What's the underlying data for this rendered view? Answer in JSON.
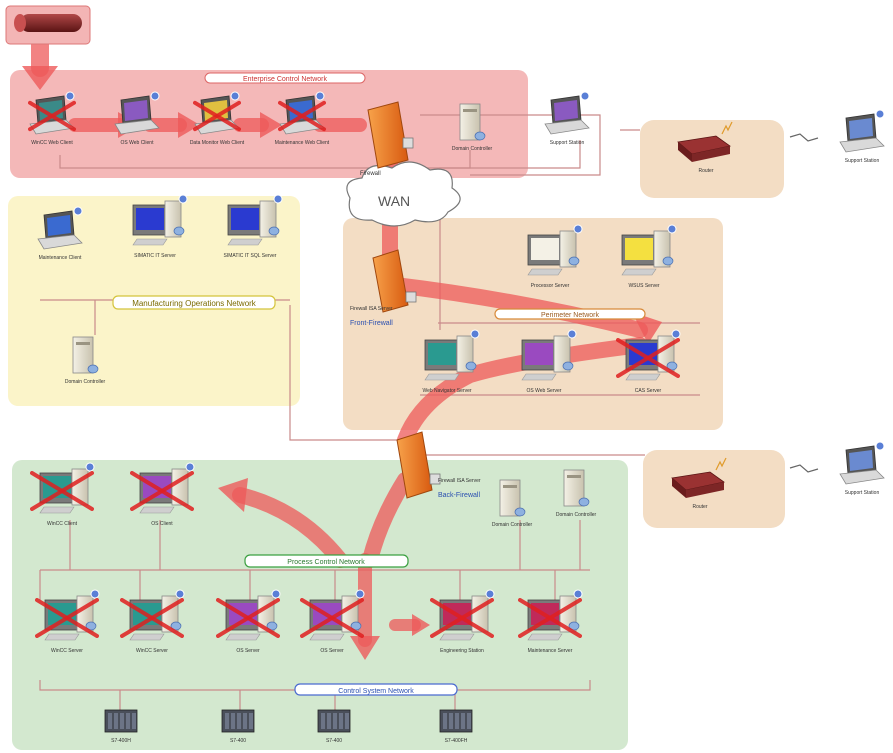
{
  "zones": {
    "enterprise": {
      "label": "Enterprise Control Network",
      "color": "#f4b8b8"
    },
    "manufacturing": {
      "label": "Manufacturing Operations Network",
      "color": "#fbf4c9"
    },
    "perimeter": {
      "label": "Perimeter Network",
      "color": "#f3ddc4"
    },
    "process": {
      "label": "Process Control Network",
      "color": "#d3e8cf"
    },
    "control": {
      "label": "Control System Network"
    }
  },
  "wan_label": "WAN",
  "firewalls": {
    "enterprise": {
      "label": "Firewall"
    },
    "front": {
      "label": "Firewall\nISA Server",
      "sublabel": "Front-Firewall"
    },
    "back": {
      "label": "Firewall\nISA Server",
      "sublabel": "Back-Firewall"
    }
  },
  "nodes": {
    "winccWebClient": "WinCC Web Client",
    "osWebClient": "OS Web Client",
    "dataMonitorWebClient": "Data Monitor Web Client",
    "maintenanceWebClient": "Maintenance Web Client",
    "enterpriseDomainController": "Domain Controller",
    "supportStation": "Support Station",
    "router": "Router",
    "remoteSupportStation": "Support Station",
    "maintenanceClient": "Maintenance Client",
    "simaticItServer": "SIMATIC IT Server",
    "simaticItSqlServer": "SIMATIC IT SQL Server",
    "mfgDomainController": "Domain Controller",
    "processServer": "Processor Server",
    "wsusServer": "WSUS Server",
    "webNavigatorServer": "Web Navigator Server",
    "osWebServer": "OS Web Server",
    "caServer": "CAS Server",
    "router2": "Router",
    "remoteSupportStation2": "Support Station",
    "winccClient": "WinCC Client",
    "osClient": "OS Client",
    "procDomainController1": "Domain Controller",
    "procDomainController2": "Domain Controller",
    "winccServer1": "WinCC Server",
    "winccServer2": "WinCC Server",
    "osServer1": "OS Server",
    "osServer2": "OS Server",
    "engineeringStation": "Engineering Station",
    "maintenanceServer": "Maintenance Server",
    "plc1": "S7-400H",
    "plc2": "S7-400",
    "plc3": "S7-400",
    "plc4": "S7-400FH"
  },
  "colors": {
    "arrow": "#ee5a5a",
    "cross": "#e02020",
    "firewall": "#f07a1e",
    "line": "#c98a8a"
  }
}
